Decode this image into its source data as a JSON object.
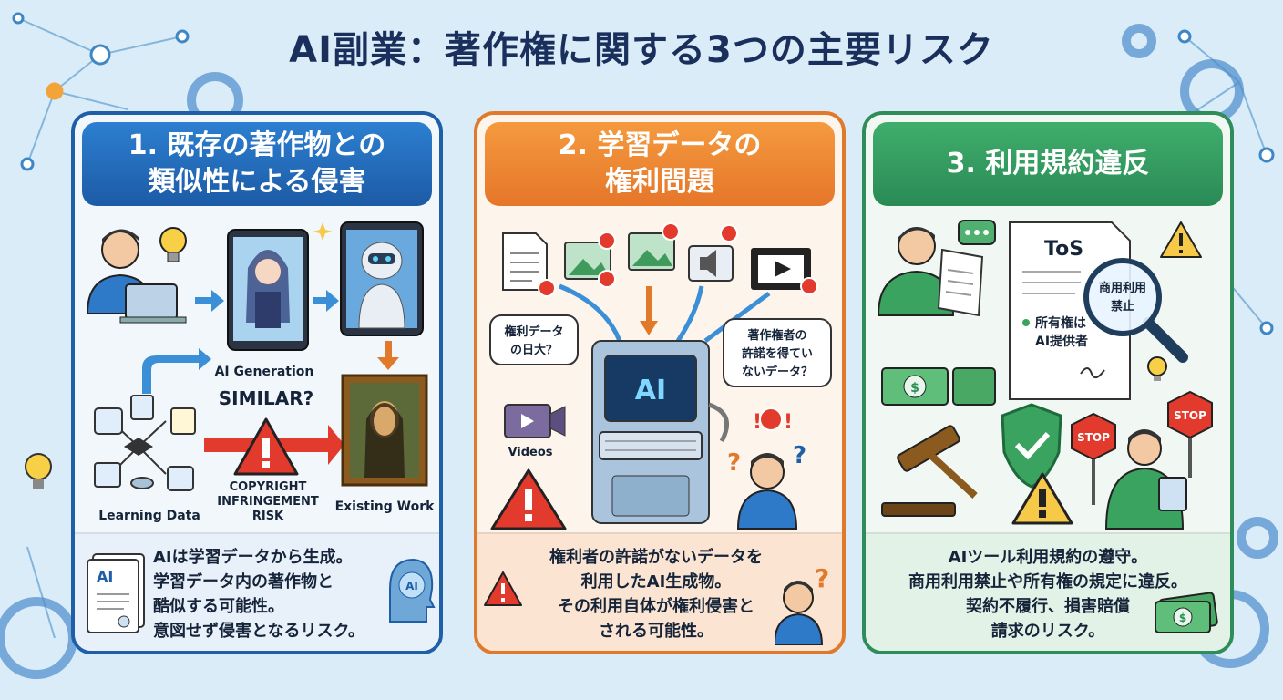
{
  "title": "AI副業：著作権に関する3つの主要リスク",
  "colors": {
    "blue": "#1f5fa8",
    "orange": "#e0792a",
    "green": "#2e8d58",
    "background": "#d9ecf7",
    "warning": "#e23b2e"
  },
  "panels": [
    {
      "header_line1": "1. 既存の著作物との",
      "header_line2": "類似性による侵害",
      "labels": {
        "ai_generation": "AI Generation",
        "similar": "SIMILAR?",
        "copyright_risk_line1": "COPYRIGHT",
        "copyright_risk_line2": "INFRINGEMENT",
        "copyright_risk_line3": "RISK",
        "learning_data": "Learning Data",
        "existing_work": "Existing Work",
        "doc_ai": "AI",
        "head_ai": "AI"
      },
      "foot": [
        "AIは学習データから生成。",
        "学習データ内の著作物と",
        "酷似する可能性。",
        "意図せず侵害となるリスク。"
      ]
    },
    {
      "header_line1": "2. 学習データの",
      "header_line2": "権利問題",
      "labels": {
        "bubble_left_line1": "権利データ",
        "bubble_left_line2": "の日大？",
        "bubble_right_line1": "著作権者の",
        "bubble_right_line2": "許諾を得てい",
        "bubble_right_line3": "ないデータ？",
        "videos": "Videos",
        "machine_ai": "AI"
      },
      "foot": [
        "権利者の許諾がないデータを",
        "利用したAI生成物。",
        "その利用自体が権利侵害と",
        "される可能性。"
      ]
    },
    {
      "header_line1": "3. 利用規約違反",
      "labels": {
        "tos": "ToS",
        "lens_line1": "商用利用",
        "lens_line2": "禁止",
        "bullet_line1": "所有権は",
        "bullet_line2": "AI提供者",
        "stop": "STOP"
      },
      "foot": [
        "AIツール利用規約の遵守。",
        "商用利用禁止や所有権の規定に違反。",
        "契約不履行、損害賠償",
        "請求のリスク。"
      ]
    }
  ]
}
